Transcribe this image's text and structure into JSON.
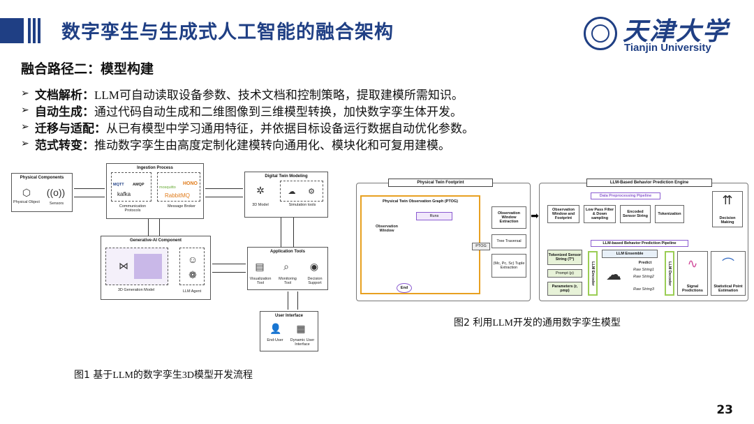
{
  "header": {
    "title": "数字孪生与生成式人工智能的融合架构",
    "logo_cn": "天津大学",
    "logo_en": "Tianjin University"
  },
  "section": {
    "subtitle": "融合路径二：模型构建"
  },
  "bullets": [
    {
      "key": "文档解析：",
      "text": "LLM可自动读取设备参数、技术文档和控制策略，提取建模所需知识。"
    },
    {
      "key": "自动生成：",
      "text": "通过代码自动生成和二维图像到三维模型转换，加快数字孪生体开发。"
    },
    {
      "key": "迁移与适配：",
      "text": "从已有模型中学习通用特征，并依据目标设备运行数据自动优化参数。"
    },
    {
      "key": "范式转变：",
      "text": "推动数字孪生由高度定制化建模转向通用化、模块化和可复用建模。"
    }
  ],
  "figure1": {
    "caption_prefix": "图1 基于",
    "caption_en": "LLM",
    "caption_mid": "的数字孪生",
    "caption_en2": "3D",
    "caption_suffix": "模型开发流程",
    "physical_components": "Physical Components",
    "physical_object": "Physical Object",
    "sensors": "Sensors",
    "ingestion_process": "Ingestion Process",
    "mqtt": "MQTT",
    "amqp": "AMQP",
    "kafka": "kafka",
    "mosquitto": "mosquitto",
    "hono": "HONO",
    "rabbitmq": "RabbitMQ",
    "comm_protocols": "Communication Protocols",
    "message_broker": "Message Broker",
    "digital_twin_modeling": "Digital Twin Modeling",
    "model_3d": "3D Model",
    "simulation_tools": "Simulation tools",
    "generative_ai": "Generative-AI Component",
    "gen_3d": "3D Generation Model",
    "llm_agent": "LLM Agent",
    "application_tools": "Application Tools",
    "visualization": "Visualization Tool",
    "monitoring": "Monitoring Tool",
    "decision": "Decision Support",
    "user_interface": "User Interface",
    "end_user": "End-User",
    "dynamic_ui": "Dynamic User Interface"
  },
  "figure2": {
    "caption_prefix": "图2 利用",
    "caption_en": "LLM",
    "caption_suffix": "开发的通用数字孪生模型",
    "physical_twin_footprint": "Physical Twin Footprint",
    "ptog": "Physical Twin Observation Graph (PTOG)",
    "runs": "Runs",
    "obs_window": "Observation Window",
    "end": "End",
    "ptog_tag": "PTOG",
    "obs_window_extraction": "Observation Window Extraction",
    "tree_traversal": "Tree Traversal",
    "tuple": "(Mc, Pc, Sc) Tuple Extraction",
    "llm_engine": "LLM-Based Behavior Prediction Engine",
    "data_pre": "Data Preprocessing Pipeline",
    "obs_fp": "Observation Window and Footprint",
    "low_pass": "Low Pass Filter & Down sampling",
    "encoded": "Encoded Sensor String",
    "tokenization": "Tokenization",
    "decision_making": "Decision Making",
    "llm_pipeline": "LLM-based Behavior Prediction Pipeline",
    "tokenized": "Tokenized Sensor String (T*)",
    "prompt": "Prompt (p)",
    "parameters": "Parameters (r, pmp)",
    "llm_encoder": "LLM Encoder",
    "llm_ensemble": "LLM Ensemble",
    "predict": "Predict",
    "raw1": "Raw String1",
    "raw2": "Raw String2",
    "raw3": "Raw String3",
    "llm_decoder": "LLM Decoder",
    "signal_pred": "Signal Predictions",
    "stat_est": "Statistical Point Estimation"
  },
  "page_number": "23",
  "colors": {
    "brand": "#1f3f84",
    "orange": "#e8a020",
    "purple": "#8a5ad0",
    "green": "#9acd54"
  }
}
